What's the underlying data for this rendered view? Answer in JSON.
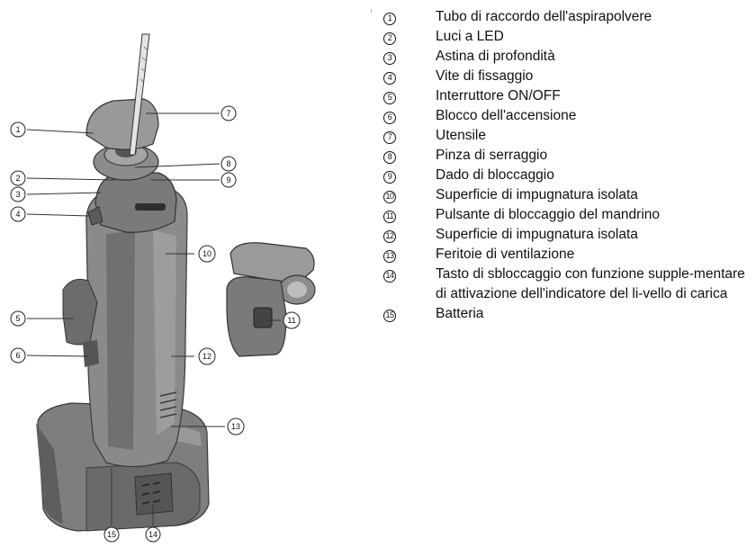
{
  "legend": [
    {
      "num": "1",
      "text": "Tubo di raccordo dell'aspirapolvere"
    },
    {
      "num": "2",
      "text": "Luci a LED"
    },
    {
      "num": "3",
      "text": "Astina di profondità"
    },
    {
      "num": "4",
      "text": "Vite di fissaggio"
    },
    {
      "num": "5",
      "text": "Interruttore ON/OFF"
    },
    {
      "num": "6",
      "text": "Blocco dell'accensione"
    },
    {
      "num": "7",
      "text": "Utensile"
    },
    {
      "num": "8",
      "text": "Pinza di serraggio"
    },
    {
      "num": "9",
      "text": "Dado di bloccaggio"
    },
    {
      "num": "10",
      "text": "Superficie di impugnatura isolata"
    },
    {
      "num": "11",
      "text": "Pulsante di bloccaggio del mandrino"
    },
    {
      "num": "12",
      "text": "Superficie di impugnatura isolata"
    },
    {
      "num": "13",
      "text": "Feritoie di ventilazione"
    },
    {
      "num": "14",
      "text": "Tasto di sbloccaggio con funzione supple-mentare di attivazione dell'indicatore del li-vello di carica"
    },
    {
      "num": "15",
      "text": "Batteria"
    }
  ],
  "callouts": {
    "c1": "1",
    "c2": "2",
    "c3": "3",
    "c4": "4",
    "c5": "5",
    "c6": "6",
    "c7": "7",
    "c8": "8",
    "c9": "9",
    "c10": "10",
    "c11": "11",
    "c12": "12",
    "c13": "13",
    "c14": "14",
    "c15": "15"
  }
}
